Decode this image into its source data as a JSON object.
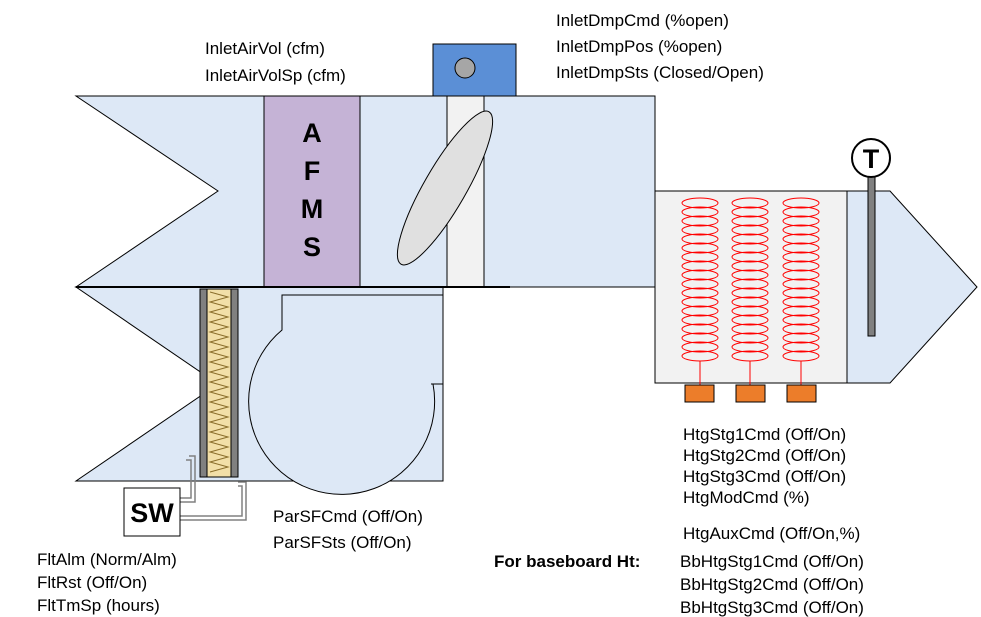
{
  "afms_letters": [
    "A",
    "F",
    "M",
    "S"
  ],
  "switch_label": "SW",
  "temp_sensor_label": "T",
  "inlet_air": [
    "InletAirVol (cfm)",
    "InletAirVolSp (cfm)"
  ],
  "inlet_damper": [
    "InletDmpCmd (%open)",
    "InletDmpPos (%open)",
    "InletDmpSts (Closed/Open)"
  ],
  "heating": [
    "HtgStg1Cmd (Off/On)",
    "HtgStg2Cmd (Off/On)",
    "HtgStg3Cmd (Off/On)",
    "HtgModCmd (%)"
  ],
  "heating_aux": "HtgAuxCmd (Off/On,%)",
  "baseboard_prefix": "For baseboard Ht:",
  "baseboard": [
    "BbHtgStg1Cmd (Off/On)",
    "BbHtgStg2Cmd (Off/On)",
    "BbHtgStg3Cmd (Off/On)"
  ],
  "fan": [
    "ParSFCmd (Off/On)",
    "ParSFSts (Off/On)"
  ],
  "filter": [
    "FltAlm (Norm/Alm)",
    "FltRst (Off/On)",
    "FltTmSp (hours)"
  ],
  "colors": {
    "duct": "#dde8f6",
    "afms": "#c5b3d6",
    "actuator": "#5b8fd6",
    "heater_coil": "#ff0000",
    "terminal": "#ec7d2a",
    "filter_media": "#f2dfa8",
    "filter_frame": "#808080"
  }
}
